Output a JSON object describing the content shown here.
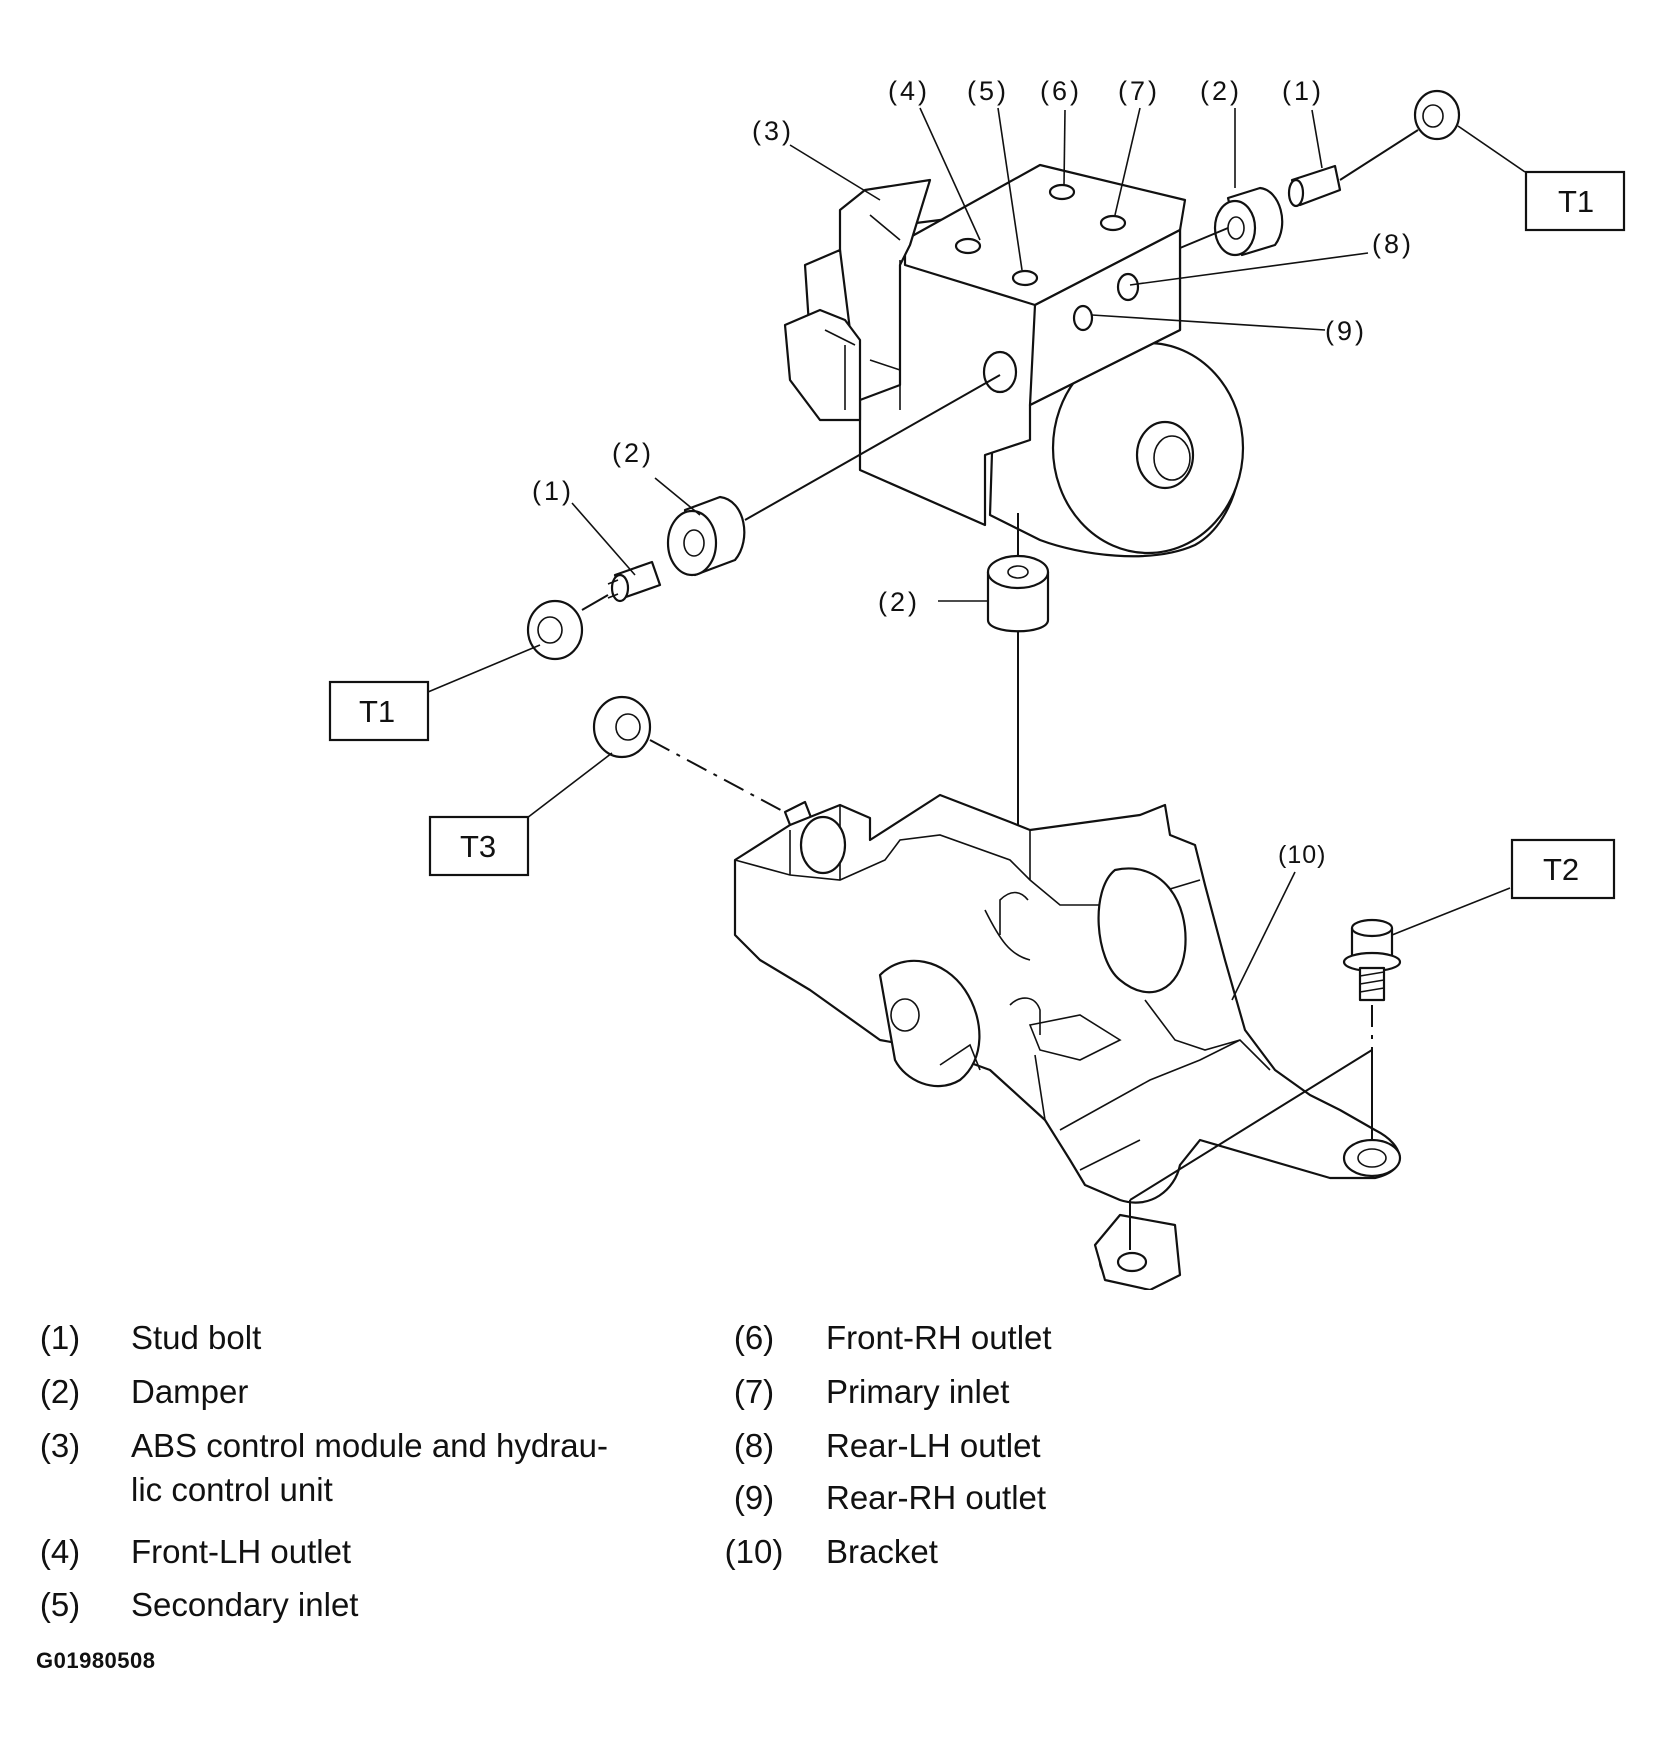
{
  "diagram": {
    "callouts": {
      "c4": "(4)",
      "c5": "(5)",
      "c6": "(6)",
      "c7": "(7)",
      "c2_top": "(2)",
      "c1_top": "(1)",
      "c3": "(3)",
      "c8": "(8)",
      "c9": "(9)",
      "c2_left": "(2)",
      "c1_left": "(1)",
      "c2_mid": "(2)",
      "c10": "(10)"
    },
    "torque_labels": {
      "t1_right": "T1",
      "t1_left": "T1",
      "t3": "T3",
      "t2": "T2"
    }
  },
  "legend": {
    "left": [
      {
        "num": "(1)",
        "text": "Stud bolt"
      },
      {
        "num": "(2)",
        "text": "Damper"
      },
      {
        "num": "(3)",
        "text": "ABS control module and hydrau-\nlic control unit"
      },
      {
        "num": "(4)",
        "text": "Front-LH outlet"
      },
      {
        "num": "(5)",
        "text": "Secondary inlet"
      }
    ],
    "right": [
      {
        "num": "(6)",
        "text": "Front-RH outlet"
      },
      {
        "num": "(7)",
        "text": "Primary inlet"
      },
      {
        "num": "(8)",
        "text": "Rear-LH outlet"
      },
      {
        "num": "(9)",
        "text": "Rear-RH outlet"
      },
      {
        "num": "(10)",
        "text": "Bracket"
      }
    ]
  },
  "figure_id": "G01980508"
}
